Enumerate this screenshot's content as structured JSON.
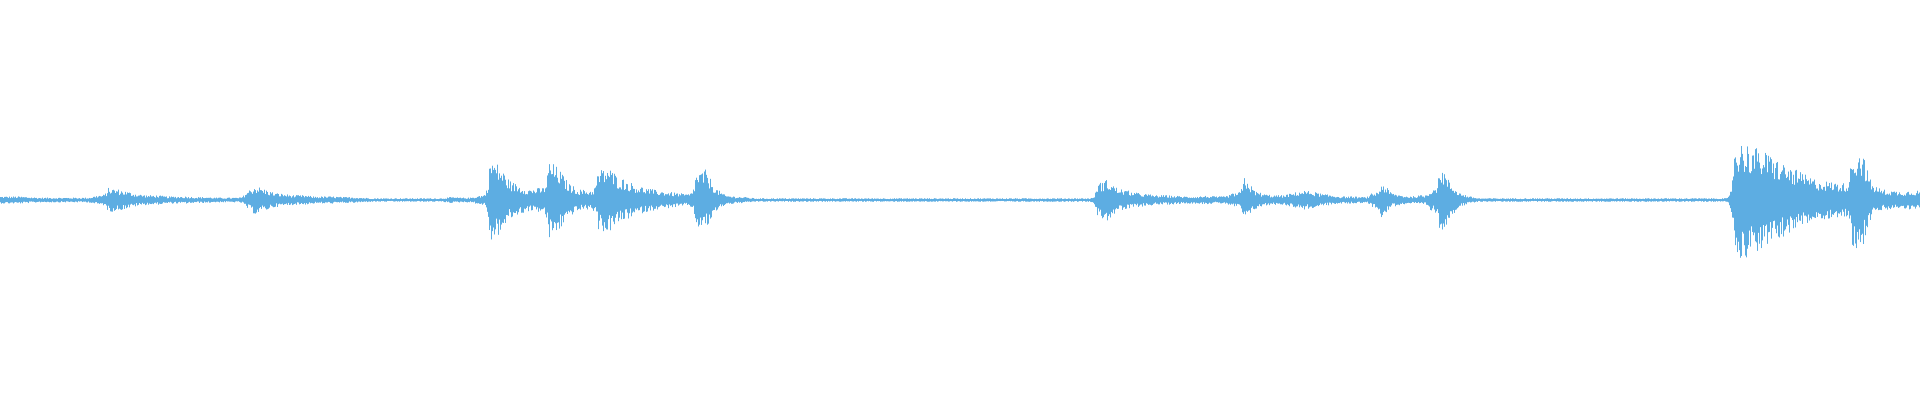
{
  "waveform": {
    "color": "#5dade2",
    "background": "#ffffff",
    "amplitude_envelope": [
      3,
      3,
      3,
      2.5,
      2,
      2,
      2,
      2,
      2,
      2,
      4,
      10,
      9,
      7,
      5,
      4,
      4,
      3,
      3,
      3,
      2.5,
      2.5,
      2,
      2,
      2,
      6,
      12,
      9,
      6,
      5,
      4,
      4,
      3,
      3,
      3,
      2.5,
      2.5,
      2,
      1.5,
      1.5,
      1.5,
      1.5,
      1.5,
      1.5,
      1.5,
      1.5,
      2.5,
      2,
      2,
      4,
      36,
      28,
      16,
      12,
      9,
      10,
      33,
      26,
      14,
      9,
      8,
      24,
      28,
      20,
      16,
      12,
      10,
      8,
      7,
      6,
      5,
      22,
      25,
      10,
      4,
      3,
      2.5,
      1.5,
      1.5,
      1.5,
      1.5,
      1.5,
      1.5,
      1.5,
      1.5,
      1.5,
      1.5,
      1.5,
      1.5,
      1.5,
      1.5,
      1.5,
      1.5,
      1.5,
      1.5,
      1.5,
      1.5,
      1.5,
      1.5,
      1.5,
      1.5,
      1.5,
      1.5,
      1.5,
      1.5,
      1.5,
      1.5,
      1.5,
      1.5,
      1.5,
      1.5,
      1.5,
      14,
      17,
      10,
      8,
      6,
      5,
      4,
      4,
      3.5,
      3,
      3,
      3.5,
      3,
      3,
      6,
      20,
      8,
      5,
      4,
      4,
      6,
      8,
      7,
      5,
      4,
      3,
      3,
      2.5,
      6,
      15,
      6,
      4,
      3,
      4,
      10,
      30,
      14,
      6,
      3,
      1.5,
      1.5,
      1.5,
      1.5,
      1.5,
      1.5,
      1.5,
      1.5,
      1.5,
      1.5,
      1.5,
      1.5,
      1.5,
      1.5,
      1.5,
      1.5,
      1.5,
      1.5,
      1.5,
      1.5,
      1.5,
      1.5,
      1.5,
      1.5,
      1.5,
      1.5,
      46,
      48,
      44,
      40,
      36,
      30,
      26,
      22,
      18,
      16,
      15,
      14,
      38,
      42,
      14,
      9,
      8,
      7,
      8
    ]
  }
}
